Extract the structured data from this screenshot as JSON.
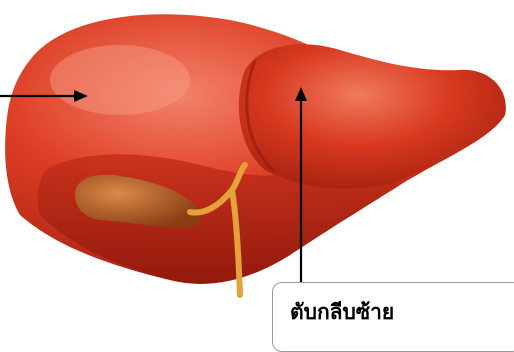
{
  "figure": {
    "subject": "liver",
    "labels": [
      {
        "id": "left-lobe",
        "text": "ตับกลีบซ้าย"
      }
    ],
    "colors": {
      "liver_main": "#d93a22",
      "liver_dark": "#a81e10",
      "liver_highlight": "#f28a6a",
      "gallbladder": "#b5561c",
      "bile_duct": "#e3a23a",
      "arrow": "#000000"
    }
  }
}
